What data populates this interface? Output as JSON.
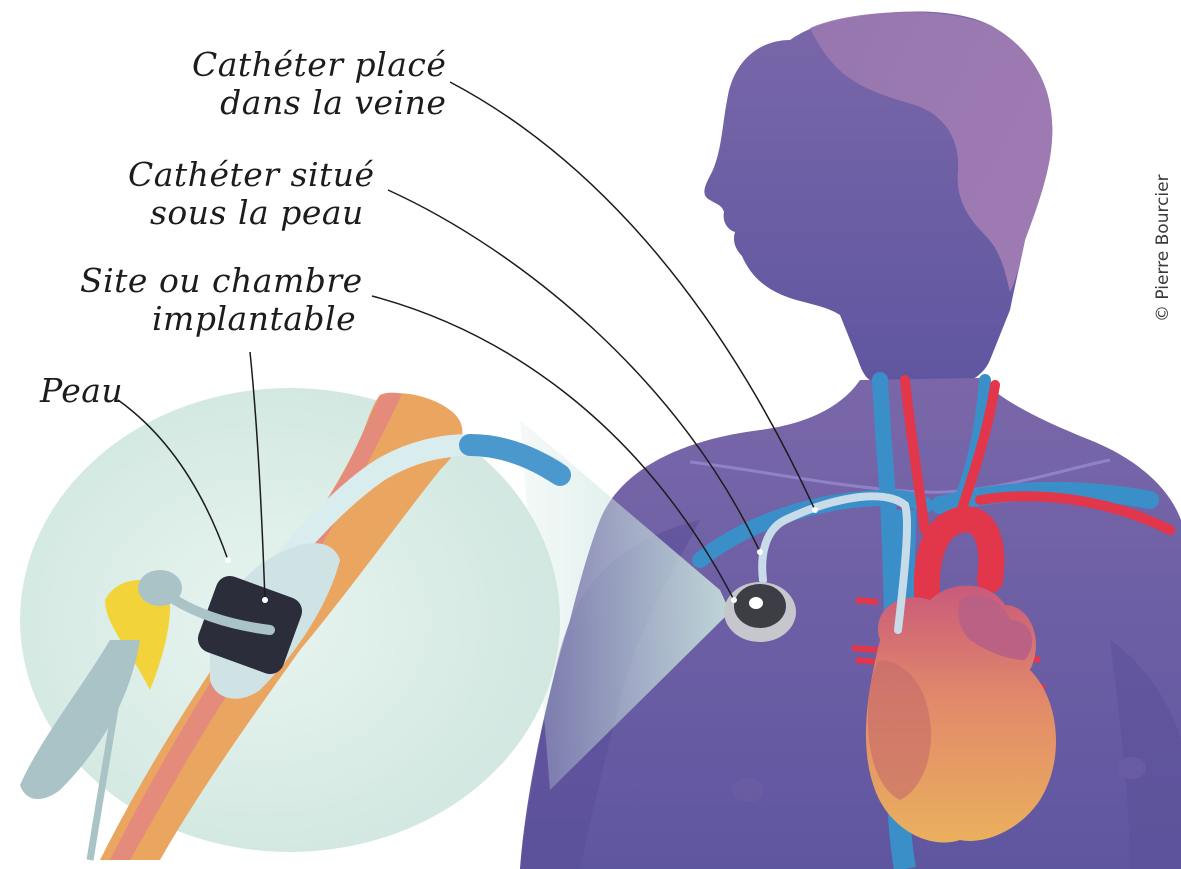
{
  "labels": {
    "catheter_vein": [
      "Cathéter placé",
      "dans la veine"
    ],
    "catheter_skin": [
      "Cathéter situé",
      "sous la peau"
    ],
    "port_site": [
      "Site ou chambre",
      "implantable"
    ],
    "skin": "Peau"
  },
  "credit": "© Pierre Bourcier",
  "colors": {
    "body": "#6f62a6",
    "head": "#8a70ab",
    "vein_blue": "#3a8fc9",
    "artery_red": "#e2364a",
    "heart_orange": "#e9a35a",
    "skin_orange": "#eaa560",
    "skin_pink": "#e48b7c",
    "port_dark": "#2b2d3a",
    "needle_yellow": "#f2d43a",
    "needle_gray": "#a9c3c7",
    "zoom_bg": "#d8ece6"
  }
}
